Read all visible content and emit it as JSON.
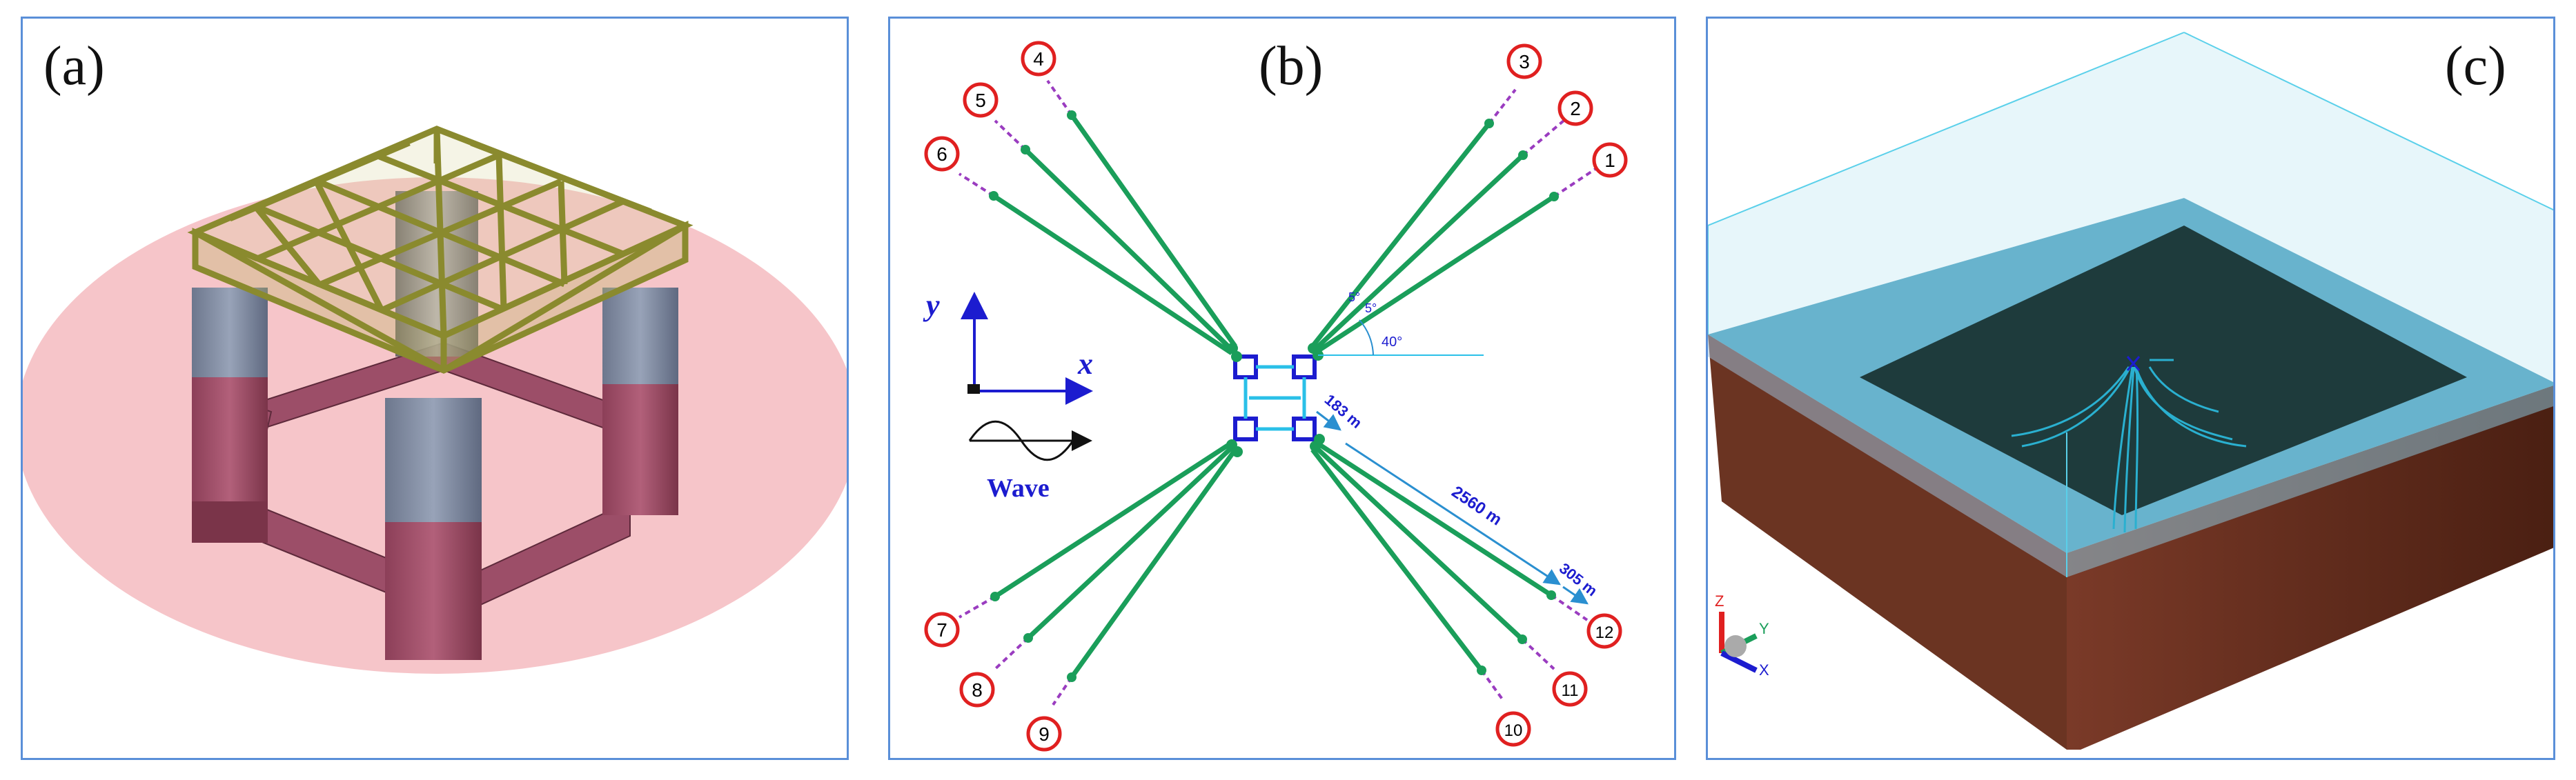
{
  "panels": {
    "a": {
      "label": "(a)"
    },
    "b": {
      "label": "(b)"
    },
    "c": {
      "label": "(c)"
    }
  },
  "mooring": {
    "lines": [
      "1",
      "2",
      "3",
      "4",
      "5",
      "6",
      "7",
      "8",
      "9",
      "10",
      "11",
      "12"
    ],
    "axis_x": "x",
    "axis_y": "y",
    "wave_label": "Wave",
    "angle_label": "40°",
    "spread_labels": [
      "5°",
      "5°"
    ],
    "dim_labels": [
      "183 m",
      "2560 m",
      "305 m"
    ]
  },
  "triad": {
    "z": "Z",
    "y": "Y",
    "x": "X"
  },
  "colors": {
    "frame": "#5a8fd8",
    "mooring_line": "#1a9e5a",
    "anchor_circle": "#e02020",
    "anchor_dash": "#9a3cc0",
    "hull_square": "#1c1ccf",
    "column_pink": "#a64d6a",
    "column_grey": "#7f8aa0",
    "deck_truss": "#8a8a2e",
    "water_top": "#bfe6f2",
    "seabed": "#6b3422"
  }
}
